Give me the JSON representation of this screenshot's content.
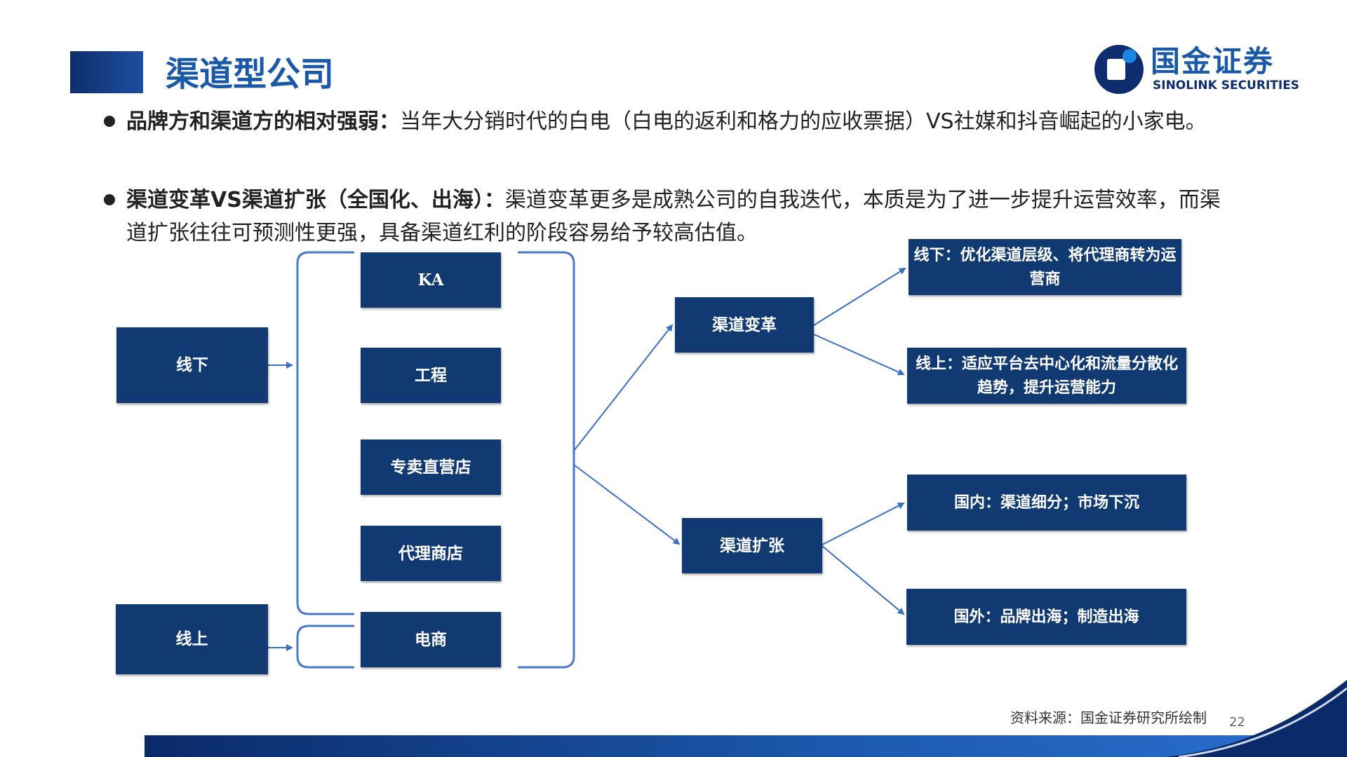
{
  "header": {
    "title": "渠道型公司",
    "logo": {
      "cn": "国金证券",
      "en": "SINOLINK SECURITIES"
    }
  },
  "bullets": [
    {
      "bold": "品牌方和渠道方的相对强弱：",
      "text": "当年大分销时代的白电（白电的返利和格力的应收票据）VS社媒和抖音崛起的小家电。"
    },
    {
      "bold": "渠道变革VS渠道扩张（全国化、出海）：",
      "text": "渠道变革更多是成熟公司的自我迭代，本质是为了进一步提升运营效率，而渠道扩张往往可预测性更强，具备渠道红利的阶段容易给予较高估值。"
    }
  ],
  "diagram": {
    "left": {
      "offline": "线下",
      "online": "线上"
    },
    "channels": {
      "ka": "KA",
      "engineering": "工程",
      "store": "专卖直营店",
      "agent": "代理商店",
      "ecommerce": "电商"
    },
    "mid": {
      "reform": "渠道变革",
      "expand": "渠道扩张"
    },
    "right": {
      "offline_opt": "线下：优化渠道层级、将代理商转为运营商",
      "online_opt": "线上：适应平台去中心化和流量分散化趋势，提升运营能力",
      "domestic": "国内：渠道细分；市场下沉",
      "overseas": "国外：品牌出海；制造出海"
    }
  },
  "footer": {
    "source": "资料来源：国金证券研究所绘制",
    "page": "22"
  },
  "colors": {
    "box": "#123a72",
    "accent": "#1a58a8",
    "arrow": "#3a6fc4",
    "brace": "#4a78c8"
  }
}
